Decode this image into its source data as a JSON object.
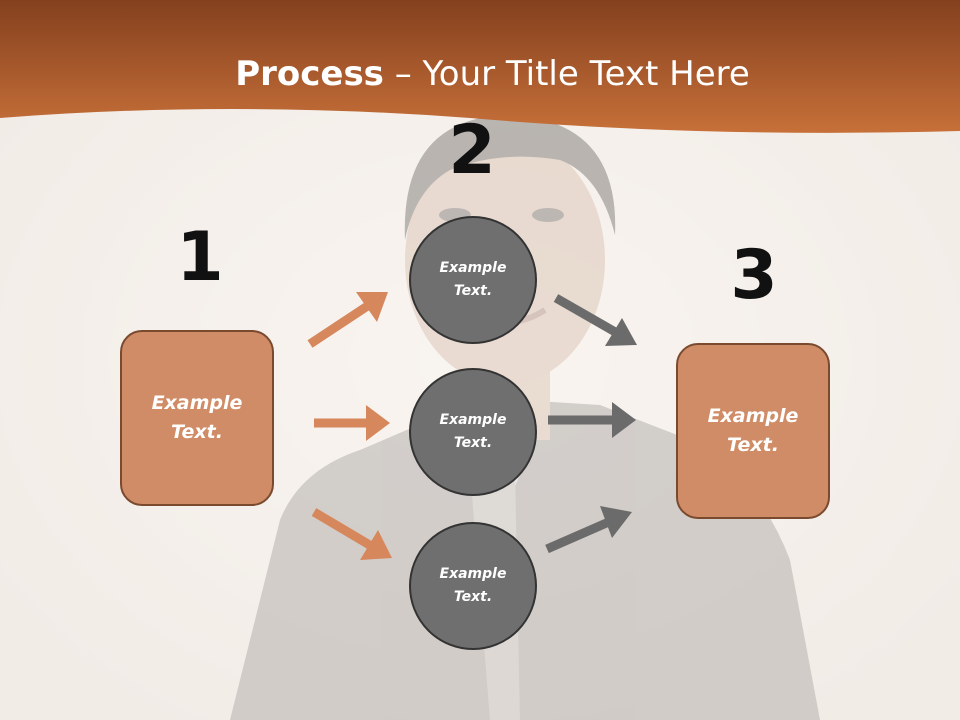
{
  "title": {
    "bold": "Process",
    "rest": " – Your Title Text Here"
  },
  "steps": {
    "one": "1",
    "two": "2",
    "three": "3"
  },
  "left_box": {
    "text": "Example Text."
  },
  "right_box": {
    "text": "Example Text."
  },
  "circles": [
    {
      "text": "Example Text."
    },
    {
      "text": "Example Text."
    },
    {
      "text": "Example Text."
    }
  ],
  "colors": {
    "header_top": "#8a4420",
    "header_bottom": "#c6703a",
    "box_fill": "#d08c66",
    "circle_fill": "#6f6f6f",
    "orange_arrow": "#d6875c",
    "gray_arrow": "#6b6b6b"
  },
  "background": {
    "description_icon": "person-photo"
  }
}
